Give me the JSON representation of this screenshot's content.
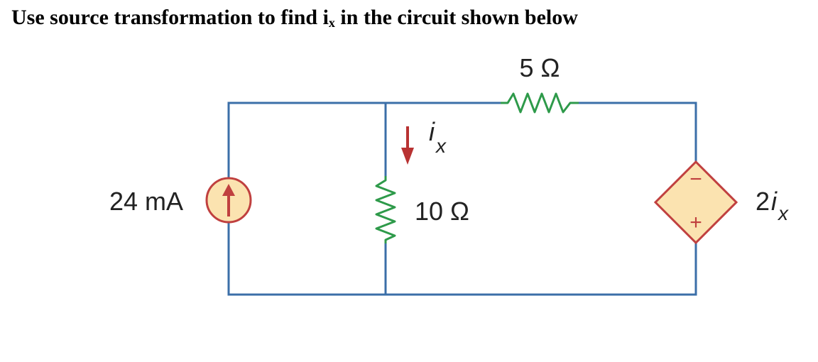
{
  "question": {
    "text_before": "Use source transformation to find i",
    "subscript": "x",
    "text_after": " in the circuit shown below"
  },
  "circuit": {
    "current_source_label": "24 mA",
    "resistor_top_label": "5 Ω",
    "resistor_mid_label": "10 Ω",
    "current_var": "i",
    "current_sub": "x",
    "dep_source_coef": "2",
    "dep_source_var": "i",
    "dep_source_sub": "x",
    "dep_minus": "−",
    "dep_plus": "+",
    "colors": {
      "wire": "#3b6fa8",
      "resistor": "#2e9a4a",
      "source_fill": "#fbe3b0",
      "source_stroke": "#c0403f",
      "arrow": "#b83232"
    }
  }
}
